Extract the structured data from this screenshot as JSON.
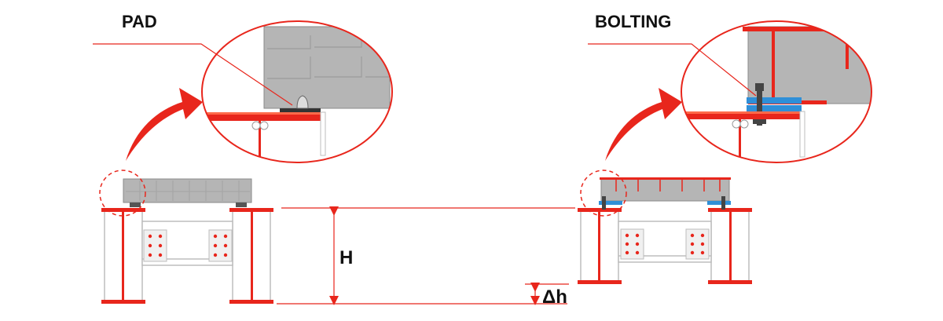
{
  "labels": {
    "pad": "PAD",
    "bolting": "BOLTING",
    "height": "H",
    "delta_height": "Δh"
  },
  "colors": {
    "steel": "#e8261c",
    "steel_dark": "#b8140c",
    "girder": "#b5b5b5",
    "girder_edge": "#8a8a8a",
    "plate": "#2f8fd8",
    "bolt": "#444444",
    "leader": "#e8261c",
    "text": "#111111"
  }
}
